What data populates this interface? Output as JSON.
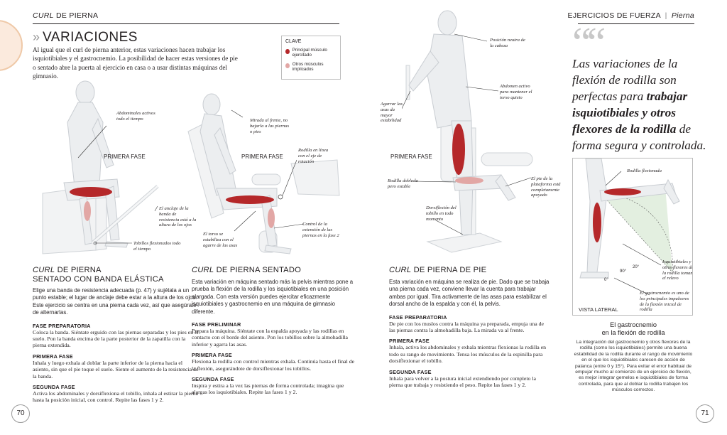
{
  "header": {
    "left_italic": "CURL",
    "left_rest": " DE PIERNA",
    "right_main": "EJERCICIOS DE FUERZA",
    "right_sep": "|",
    "right_sub": "Pierna"
  },
  "variaciones": {
    "chevrons": "»",
    "title": "VARIACIONES",
    "intro": "Al igual que el curl de pierna anterior, estas variaciones hacen trabajar los isquiotibiales y el gastrocnemio. La posibilidad de hacer estas versiones de pie o sentado abre la puerta al ejercicio en casa o a usar distintas máquinas del gimnasio."
  },
  "clave": {
    "title": "CLAVE",
    "primary": "Principal músculo ejercitado",
    "secondary": "Otros músculos implicados",
    "primary_color": "#b5282a",
    "secondary_color": "#e2a7a5"
  },
  "figures": {
    "phase_label": "PRIMERA FASE",
    "fig1": {
      "ann_abs": "Abdominales activos todo el tiempo",
      "ann_anchor": "El anclaje de la banda de resistencia está a la altura de los ojos",
      "ann_ankles": "Tobillos flexionados todo el tiempo"
    },
    "fig2": {
      "ann_gaze": "Mirada al frente, no bajarla a las piernas o pies",
      "ann_knee": "Rodilla en línea con el eje de rotación",
      "ann_torso": "El torso se estabiliza con el agarre de las asas",
      "ann_control": "Control de la extensión de las piernas en la fase 2"
    },
    "fig3": {
      "ann_head": "Posición neutra de la cabeza",
      "ann_abs": "Abdomen activo para mantener el torso quieto",
      "ann_grip": "Agarrar las asas da mayor estabilidad",
      "ann_knee": "Rodilla doblada pero estable",
      "ann_foot": "El pie de la plataforma está completamente apoyado",
      "ann_ankle": "Dorsiflexión del tobillo en todo momento"
    }
  },
  "sections": [
    {
      "title_italic": "CURL",
      "title_rest": " DE PIERNA",
      "title_line2": "SENTADO CON BANDA ELÁSTICA",
      "desc": "Elige una banda de resistencia adecuada (p. 47) y sujétala a un punto estable; el lugar de anclaje debe estar a la altura de los ojos. Este ejercicio se centra en una pierna cada vez, así que asegúrate de alternarlas.",
      "steps": [
        {
          "h": "FASE PREPARATORIA",
          "t": "Coloca la banda. Siéntate erguido con las piernas separadas y los pies en el suelo. Pon la banda encima de la parte posterior de la zapatilla con la pierna extendida."
        },
        {
          "h": "PRIMERA FASE",
          "t": "Inhala y luego exhala al doblar la parte inferior de la pierna hacia el asiento, sin que el pie toque el suelo. Siente el aumento de la resistencia de la banda."
        },
        {
          "h": "SEGUNDA FASE",
          "t": "Activa los abdominales y dorsiflexiona el tobillo, inhala al estirar la pierna hasta la posición inicial, con control. Repite las fases 1 y 2."
        }
      ]
    },
    {
      "title_italic": "CURL",
      "title_rest": " DE PIERNA SENTADO",
      "title_line2": "",
      "desc": "Esta variación en máquina sentado más la pelvis mientras pone a prueba la flexión de la rodilla y los isquiotibiales en una posición alargada. Con esta versión puedes ejercitar eficazmente isquiotibiales y gastrocnemio en una máquina de gimnasio diferente.",
      "steps": [
        {
          "h": "FASE PRELIMINAR",
          "t": "Prepara la máquina. Siéntate con la espalda apoyada y las rodillas en contacto con el borde del asiento. Pon los tobillos sobre la almohadilla inferior y agarra las asas."
        },
        {
          "h": "PRIMERA FASE",
          "t": "Flexiona la rodilla con control mientras exhala. Continúa hasta el final de la flexión, asegurándote de dorsiflexionar los tobillos."
        },
        {
          "h": "SEGUNDA FASE",
          "t": "Inspira y estira a la vez las piernas de forma controlada; imagina que alargas los isquiotibiales. Repite las fases 1 y 2."
        }
      ]
    },
    {
      "title_italic": "CURL",
      "title_rest": " DE PIERNA DE PIE",
      "title_line2": "",
      "desc": "Esta variación en máquina se realiza de pie. Dado que se trabaja una pierna cada vez, conviene llevar la cuenta para trabajar ambas por igual. Tira activamente de las asas para estabilizar el dorsal ancho de la espalda y con él, la pelvis.",
      "steps": [
        {
          "h": "FASE PREPARATORIA",
          "t": "De pie con los muslos contra la máquina ya preparada, empuja una de las piernas contra la almohadilla baja. La mirada va al frente."
        },
        {
          "h": "PRIMERA FASE",
          "t": "Inhala, activa los abdominales y exhala mientras flexionas la rodilla en todo su rango de movimiento. Tensa los músculos de la espinilla para dorsiflexionar el tobillo."
        },
        {
          "h": "SEGUNDA FASE",
          "t": "Inhala para volver a la postura inicial extendiendo por completo la pierna que trabaja y resistiendo el peso. Repite las fases 1 y 2."
        }
      ]
    }
  ],
  "quote": {
    "marks": "“",
    "l1": "Las variaciones de la",
    "l2": "flexión de rodilla son",
    "l3a": "perfectas para ",
    "l3b": "trabajar",
    "l4": "isquiotibiales y otros",
    "l5a": "flexores de la rodilla",
    "l5b": " de",
    "l6": "forma segura y controlada."
  },
  "lateral": {
    "ann_knee": "Rodilla flexionada",
    "ann_isq": "Isquiotibiales y otros flexores de la rodilla toman el relevo",
    "ann_gastro": "El gastrocnemio es uno de los principales impulsores de la flexión inicial de rodilla",
    "label": "VISTA LATERAL",
    "deg0": "0°",
    "deg20": "20°",
    "deg90": "90°"
  },
  "sidebar": {
    "title1": "El gastrocnemio",
    "title2": "en la flexión de rodilla",
    "text": "La integración del gastrocnemio y otros flexores de la rodilla (como los isquiotibiales) permite una buena estabilidad de la rodilla durante el rango de movimiento en el que los isquiotibiales carecen de acción de palanca (entre 0 y 15°). Para evitar el error habitual de empujar mucho al comienzo de un ejercicio de flexión, es mejor integrar gemelos e isquiotibiales de forma controlada, para que al doblar la rodilla trabajen los músculos correctos."
  },
  "pages": {
    "left": "70",
    "right": "71"
  }
}
